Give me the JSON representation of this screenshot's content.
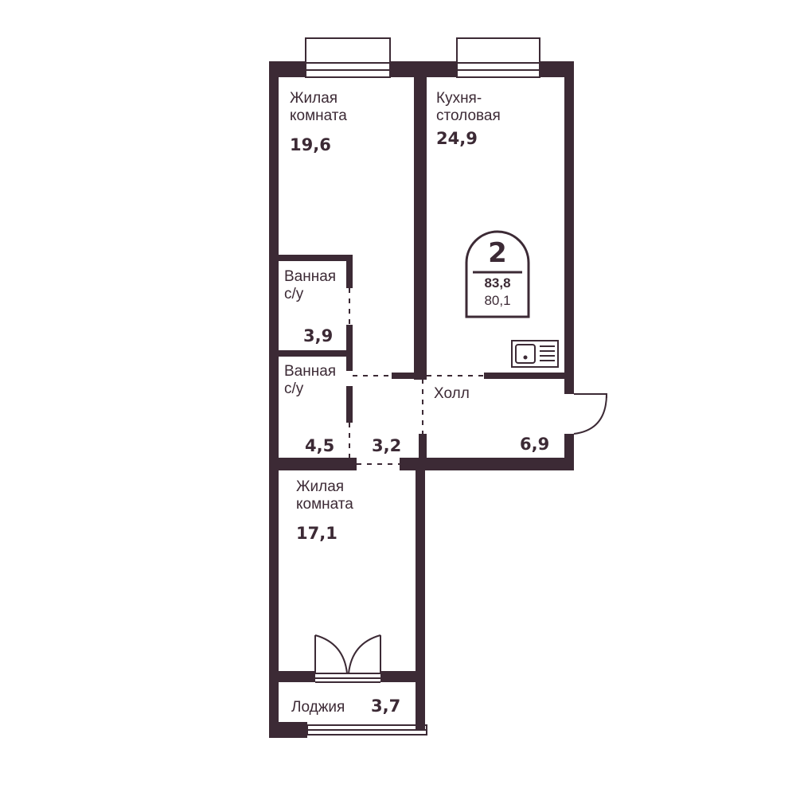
{
  "rooms": {
    "living_room_1": {
      "name_line1": "Жилая",
      "name_line2": "комната",
      "area": "19,6"
    },
    "kitchen_dining": {
      "name_line1": "Кухня-",
      "name_line2": "столовая",
      "area": "24,9"
    },
    "bathroom_1": {
      "name_line1": "Ванная",
      "name_line2": "с/у",
      "area": "3,9"
    },
    "bathroom_2": {
      "name_line1": "Ванная",
      "name_line2": "с/у",
      "area": "4,5"
    },
    "corridor": {
      "area": "3,2"
    },
    "hall": {
      "name": "Холл",
      "area": "6,9"
    },
    "living_room_2": {
      "name_line1": "Жилая",
      "name_line2": "комната",
      "area": "17,1"
    },
    "loggia": {
      "name": "Лоджия",
      "area": "3,7"
    }
  },
  "badge": {
    "rooms_count": "2",
    "total_area": "83,8",
    "living_area": "80,1"
  },
  "colors": {
    "wall": "#3c2a35",
    "background": "#ffffff"
  }
}
